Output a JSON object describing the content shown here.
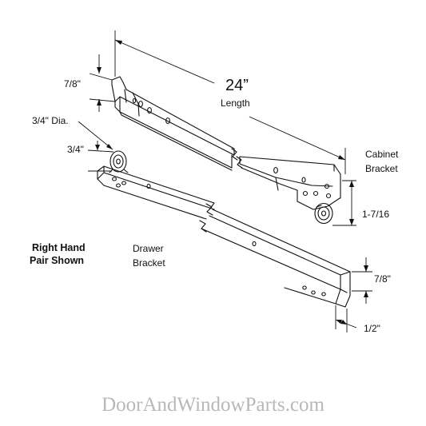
{
  "labels": {
    "length_value": "24”",
    "length_word": "Length",
    "cabinet_bracket": [
      "Cabinet",
      "Bracket"
    ],
    "drawer_bracket": [
      "Drawer",
      "Bracket"
    ],
    "pair_note": [
      "Right Hand",
      "Pair Shown"
    ],
    "dim_top_left": "7/8\"",
    "dim_wheel_dia": "3/4\" Dia.",
    "dim_wheel_height": "3/4\"",
    "dim_cabinet_side": "1-7/16",
    "dim_drawer_height": "7/8\"",
    "dim_drawer_flange": "1/2\""
  },
  "watermark": "DoorAndWindowParts.com",
  "colors": {
    "line": "#111111",
    "watermark": "#b8b8b8",
    "background": "#ffffff"
  }
}
